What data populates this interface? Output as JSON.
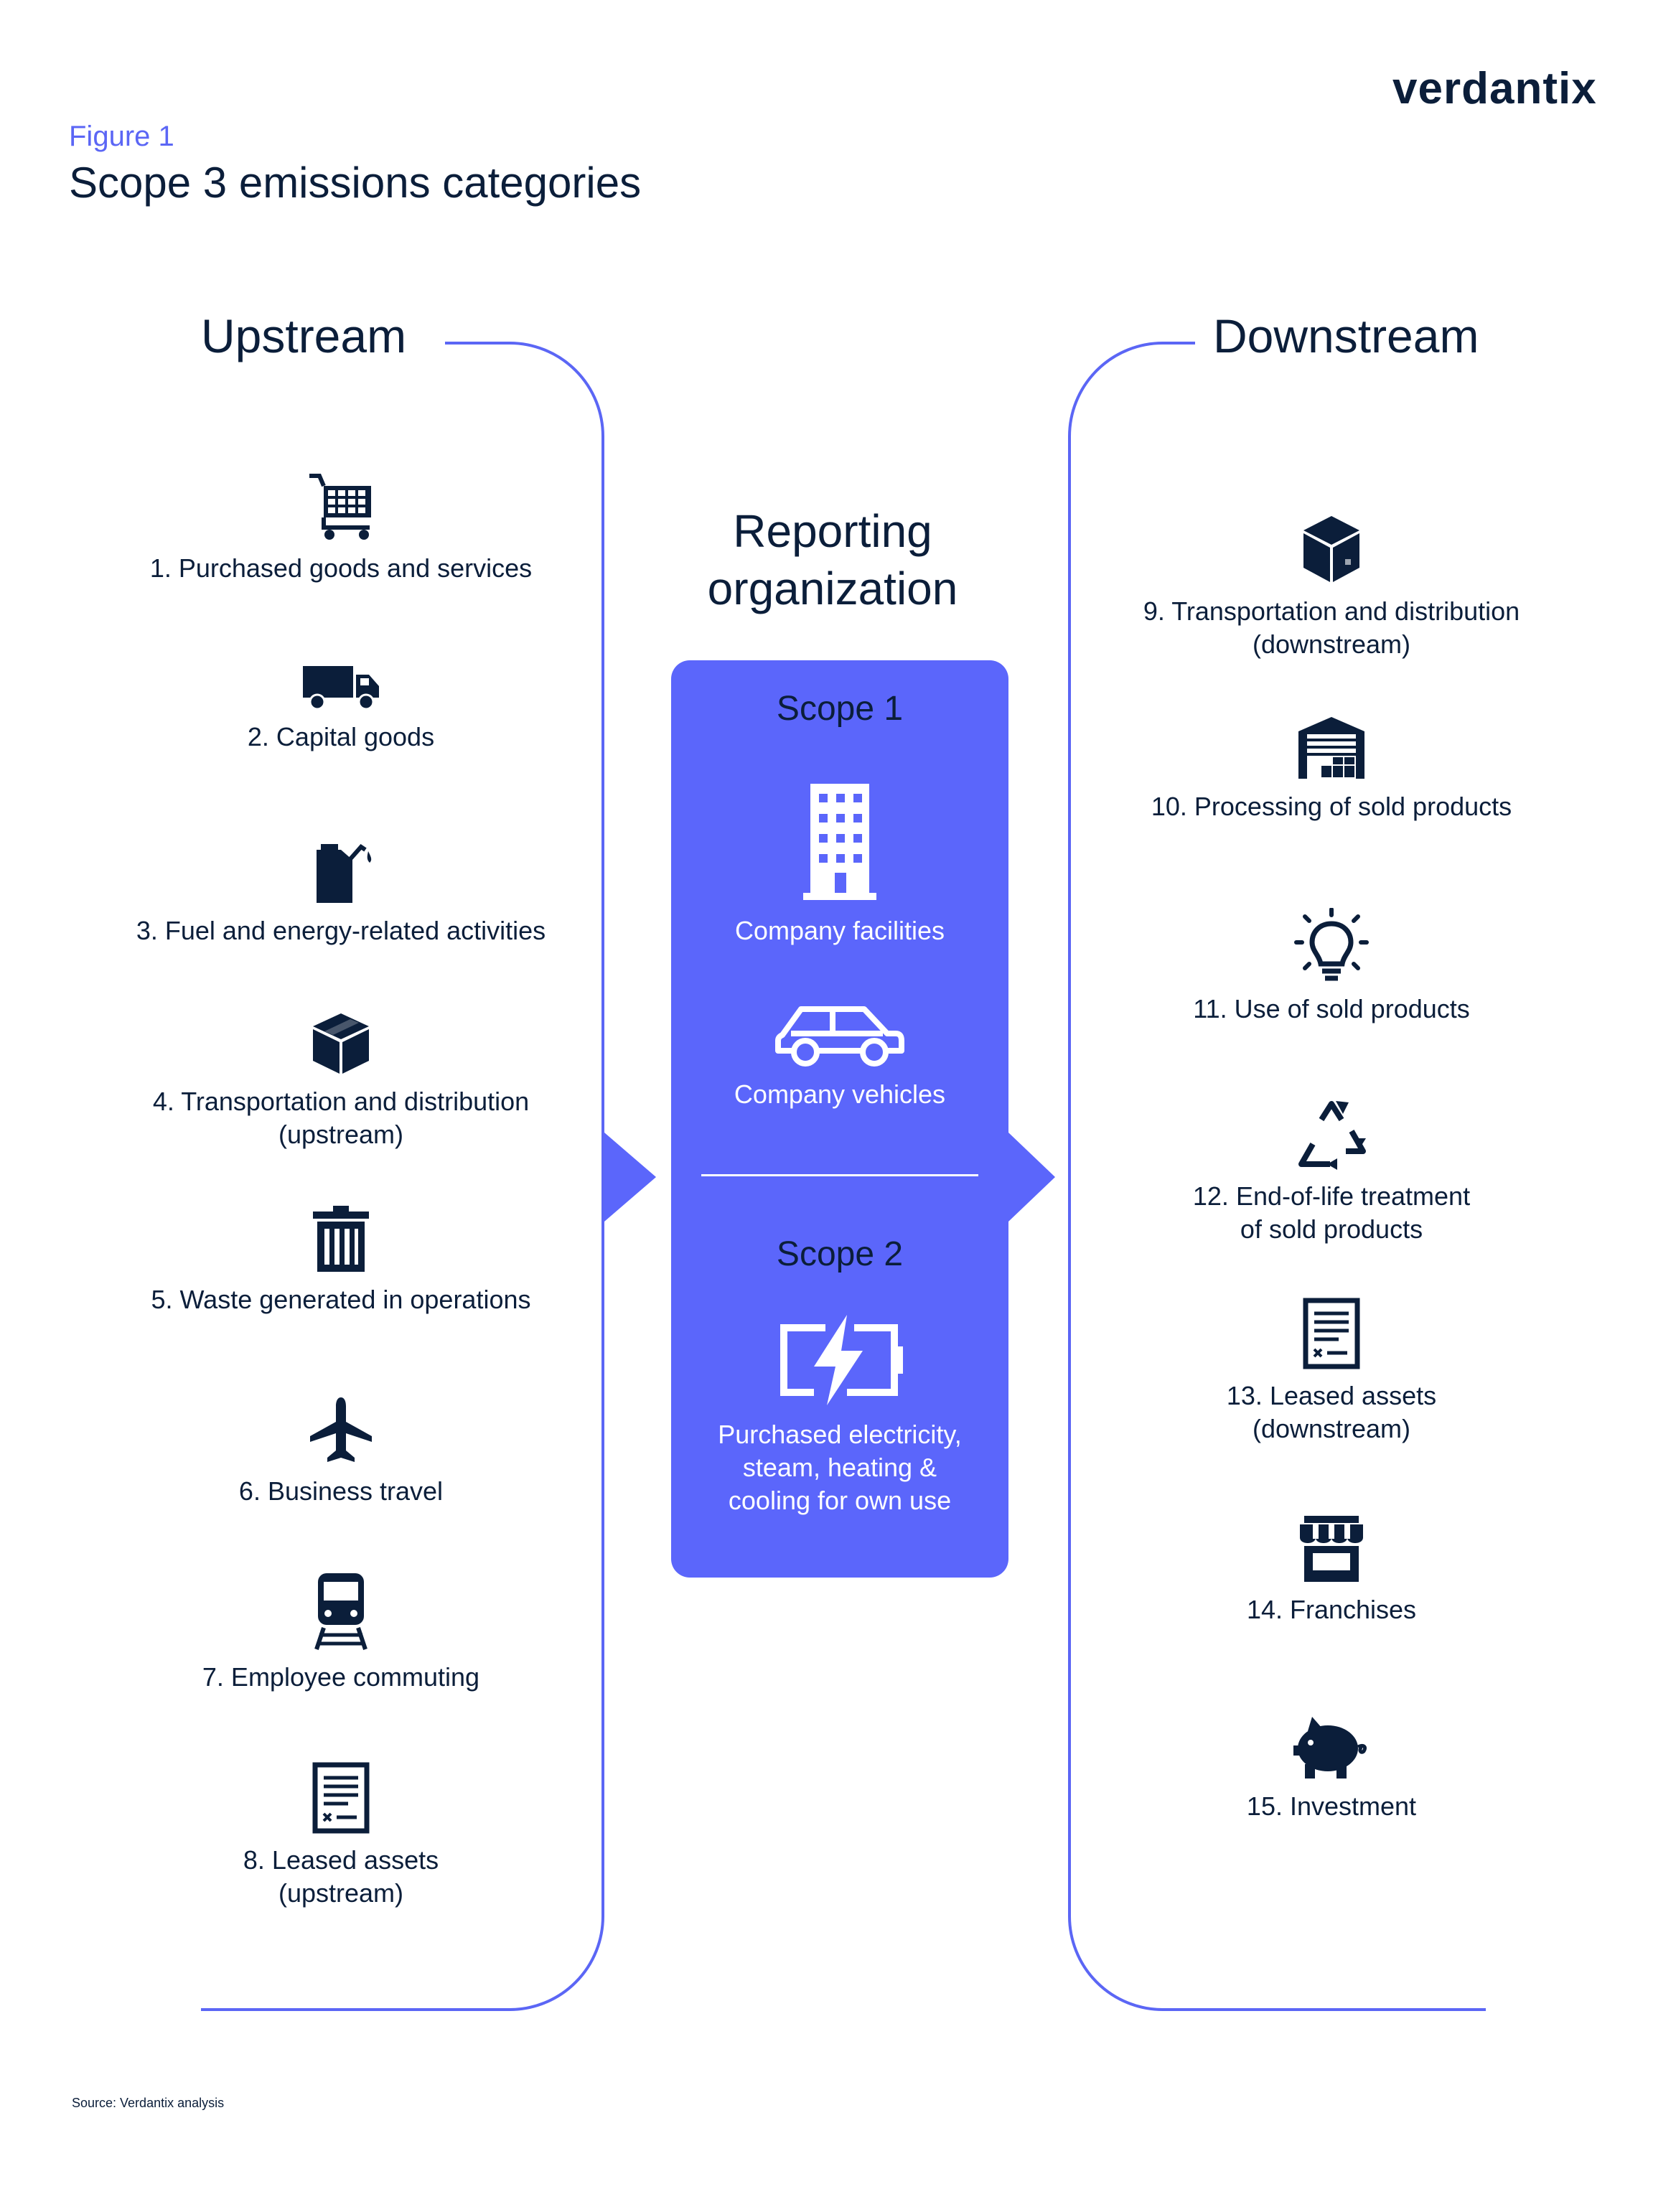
{
  "header": {
    "logo_text": "verdantix",
    "figure_label": "Figure 1",
    "title": "Scope 3 emissions categories"
  },
  "upstream": {
    "heading": "Upstream",
    "items": [
      {
        "label": "1. Purchased goods and services",
        "icon": "shopping-cart-icon"
      },
      {
        "label": "2. Capital goods",
        "icon": "truck-icon"
      },
      {
        "label": "3. Fuel and energy-related activities",
        "icon": "fuel-can-icon"
      },
      {
        "label": "4. Transportation and distribution\n(upstream)",
        "icon": "box-icon"
      },
      {
        "label": "5. Waste generated in operations",
        "icon": "trash-can-icon"
      },
      {
        "label": "6. Business travel",
        "icon": "airplane-icon"
      },
      {
        "label": "7. Employee commuting",
        "icon": "train-icon"
      },
      {
        "label": "8. Leased assets\n(upstream)",
        "icon": "document-icon"
      }
    ]
  },
  "reporting": {
    "heading": "Reporting\norganization",
    "scope1": {
      "title": "Scope 1",
      "items": [
        {
          "label": "Company facilities",
          "icon": "building-icon"
        },
        {
          "label": "Company vehicles",
          "icon": "car-icon"
        }
      ]
    },
    "scope2": {
      "title": "Scope 2",
      "items": [
        {
          "label": "Purchased electricity,\nsteam, heating &\ncooling for own use",
          "icon": "battery-bolt-icon"
        }
      ]
    }
  },
  "downstream": {
    "heading": "Downstream",
    "items": [
      {
        "label": "9. Transportation and distribution\n(downstream)",
        "icon": "box-icon"
      },
      {
        "label": "10. Processing of sold products",
        "icon": "warehouse-icon"
      },
      {
        "label": "11. Use of sold products",
        "icon": "light-bulb-icon"
      },
      {
        "label": "12. End-of-life treatment\nof sold products",
        "icon": "recycle-icon"
      },
      {
        "label": "13. Leased assets\n(downstream)",
        "icon": "document-icon"
      },
      {
        "label": "14. Franchises",
        "icon": "storefront-icon"
      },
      {
        "label": "15. Investment",
        "icon": "piggy-bank-icon"
      }
    ]
  },
  "footer": {
    "source": "Source: Verdantix analysis"
  },
  "colors": {
    "accent": "#5b66fb",
    "ink": "#0b1e3a",
    "line": "#5b66f5"
  }
}
